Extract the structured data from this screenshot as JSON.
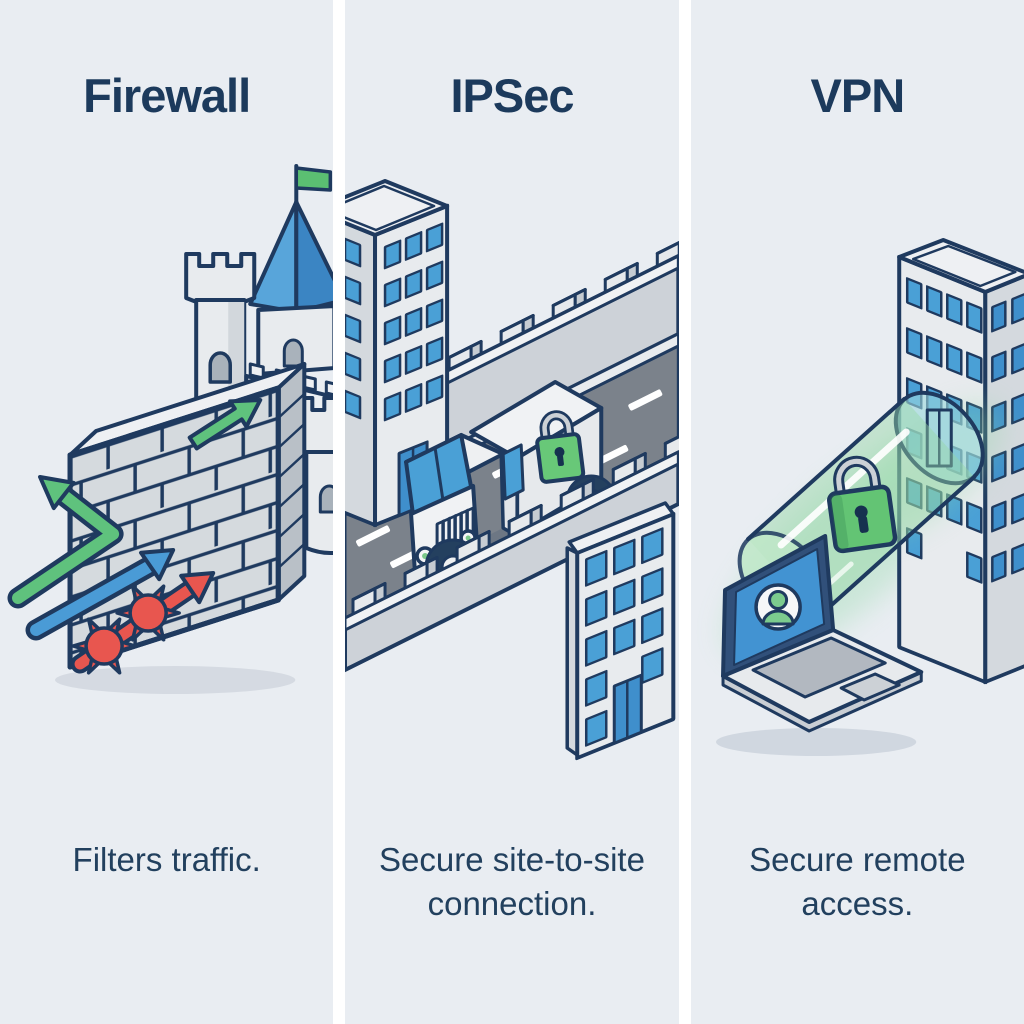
{
  "page": {
    "type": "security-concepts-infographic",
    "background": "#ffffff",
    "panel_background": "#e9edf2",
    "divider_color": "#ffffff"
  },
  "panels": [
    {
      "id": "firewall",
      "title": "Firewall",
      "caption_lines": [
        "Filters traffic.",
        ""
      ],
      "icons": [
        "castle-icon",
        "brick-wall-icon",
        "allowed-traffic-arrow",
        "bounced-traffic-arrow",
        "blocked-traffic-arrow",
        "malware-mine-icon"
      ]
    },
    {
      "id": "ipsec",
      "title": "IPSec",
      "caption_lines": [
        "Secure site-to-site",
        "connection."
      ],
      "icons": [
        "office-building-icon",
        "fortified-road-icon",
        "armored-truck-icon",
        "padlock-icon"
      ]
    },
    {
      "id": "vpn",
      "title": "VPN",
      "caption_lines": [
        "Secure remote",
        "access."
      ],
      "icons": [
        "office-building-icon",
        "vpn-tunnel-icon",
        "padlock-icon",
        "laptop-icon",
        "user-avatar-icon"
      ]
    }
  ],
  "colors": {
    "title_text": "#1c3a5c",
    "caption_text": "#22405e",
    "outline_navy": "#1f3a5f",
    "accent_blue": "#4293d2",
    "accent_green": "#5fc27d",
    "accent_red": "#e8564f",
    "lock_green": "#66c878",
    "road_gray": "#7b828b",
    "window_blue": "#4aa0d6",
    "tunnel_green": "#96d6a6",
    "castle_roof_blue": "#4a9ad4"
  }
}
